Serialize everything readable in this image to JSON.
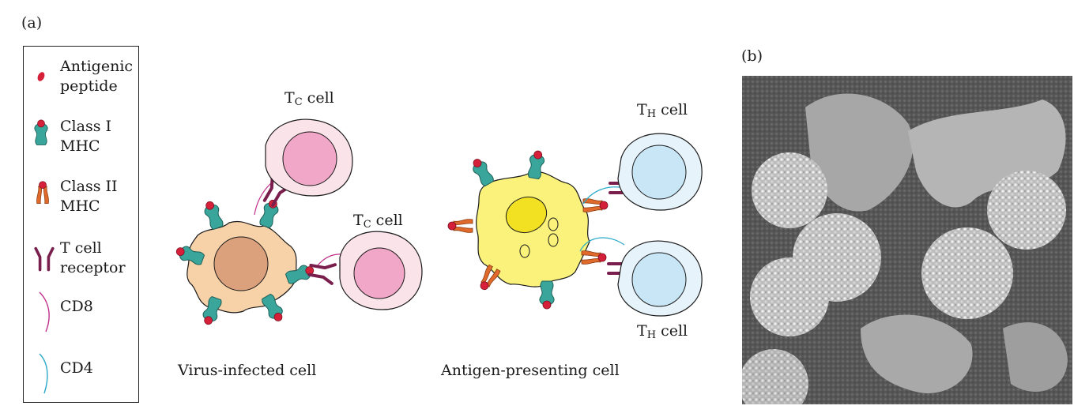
{
  "panels": {
    "a": "(a)",
    "b": "(b)"
  },
  "legend": {
    "antigenic_peptide": [
      "Antigenic",
      "peptide"
    ],
    "class_i_mhc": [
      "Class I",
      "MHC"
    ],
    "class_ii_mhc": [
      "Class II",
      "MHC"
    ],
    "t_cell_receptor": [
      "T cell",
      "receptor"
    ],
    "cd8": "CD8",
    "cd4": "CD4"
  },
  "captions": {
    "virus_infected": "Virus-infected cell",
    "antigen_presenting": "Antigen-presenting cell"
  },
  "cells": {
    "tc_main": "T",
    "tc_sub": "C",
    "th_main": "T",
    "th_sub": "H",
    "cell_word": " cell"
  },
  "colors": {
    "peptide": "#d6203a",
    "class1": "#3aa59b",
    "class2": "#e06a2b",
    "tcr": "#7a1f4d",
    "cd8": "#c0308a",
    "cd4": "#2aa8c8",
    "tc_outer": "#fbe3ea",
    "tc_inner": "#f1a7c7",
    "th_outer": "#e6f3fb",
    "th_inner": "#c9e6f7",
    "infected_body": "#f7d1a8",
    "infected_nucleus": "#dba07c",
    "apc_body": "#faf27a",
    "apc_nucleus": "#f2e022"
  }
}
